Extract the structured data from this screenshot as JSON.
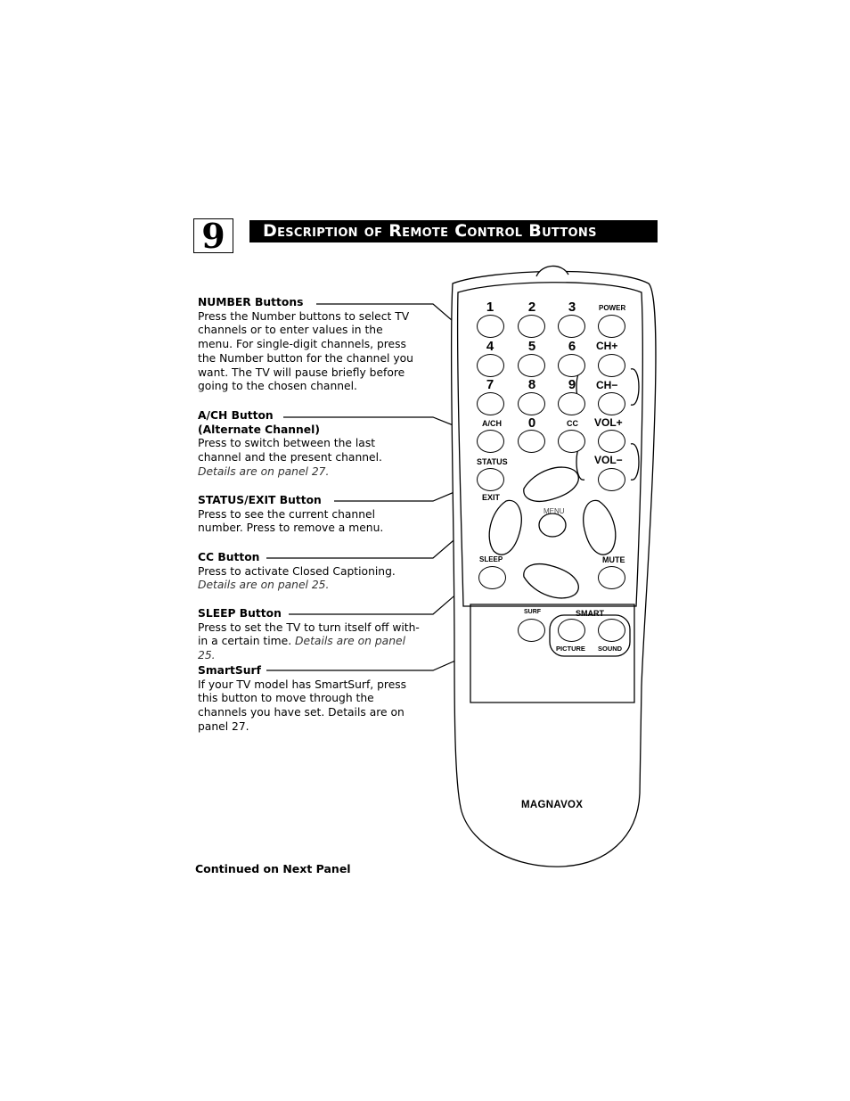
{
  "page": {
    "number": "9",
    "title": "Description of Remote Control Buttons"
  },
  "descriptions": [
    {
      "heading": "NUMBER Buttons",
      "subheading": "",
      "body": "Press the Number buttons to select TV channels or to enter values in the menu. For single-digit channels, press the Number button for the channel you want. The TV will pause briefly before going to the chosen channel.",
      "note": ""
    },
    {
      "heading": "A/CH Button",
      "subheading": "(Alternate Channel)",
      "body": "Press to switch between the last channel and the present channel.",
      "note": "Details are on panel 27."
    },
    {
      "heading": "STATUS/EXIT Button",
      "subheading": "",
      "body": "Press to see the current channel number. Press to remove a menu.",
      "note": ""
    },
    {
      "heading": "CC Button",
      "subheading": "",
      "body": "Press to activate Closed Captioning.",
      "note": "Details are on panel 25."
    },
    {
      "heading": "SLEEP Button",
      "subheading": "",
      "body": "Press to set the TV to turn itself off with-in a certain time.",
      "note": "Details are on panel 25."
    },
    {
      "heading": "SmartSurf",
      "subheading": "",
      "body": "If your TV model has SmartSurf, press this button to move through the channels you have set. Details are on panel 27.",
      "note": ""
    }
  ],
  "footer": {
    "continued": "Continued on Next Panel"
  },
  "remote": {
    "numbers": [
      "1",
      "2",
      "3",
      "4",
      "5",
      "6",
      "7",
      "8",
      "9",
      "0"
    ],
    "labels": {
      "power": "POWER",
      "ch_up": "CH+",
      "ch_down": "CH−",
      "vol_up": "VOL+",
      "vol_down": "VOL−",
      "ach": "A/CH",
      "cc": "CC",
      "status": "STATUS",
      "exit": "EXIT",
      "menu": "MENU",
      "sleep": "SLEEP",
      "mute": "MUTE",
      "surf": "SURF",
      "smart": "SMART",
      "picture": "PICTURE",
      "sound": "SOUND"
    },
    "brand": "MAGNAVOX"
  }
}
